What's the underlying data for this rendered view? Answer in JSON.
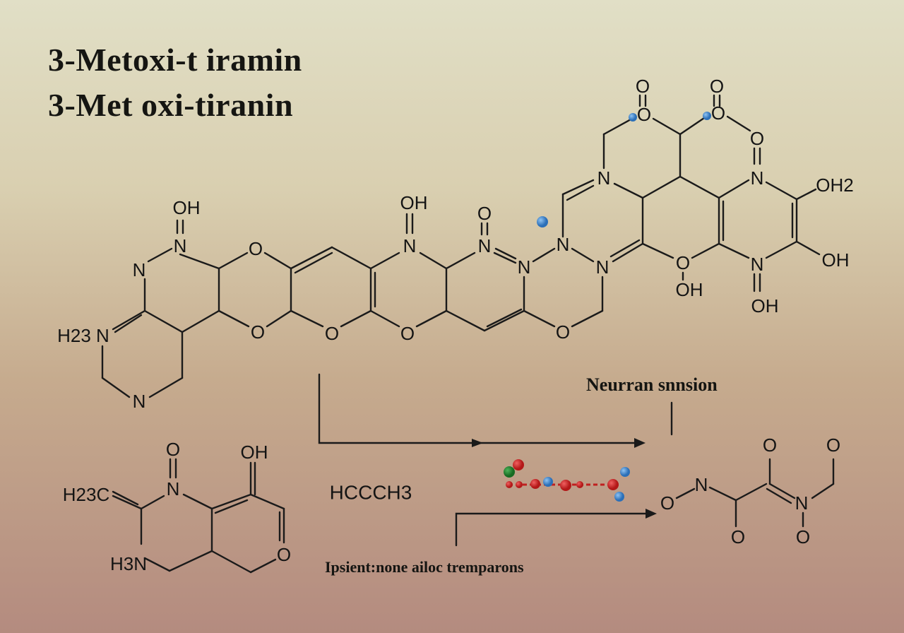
{
  "titles": [
    "3-Metoxi-t iramin",
    "3-Met oxi-tiranin"
  ],
  "annotations": {
    "top_right": "Neurran snnsion",
    "bottom": "Ipsient:none  ailoc tremparons",
    "formula": "HCCCH3"
  },
  "main_structure_labels": [
    "OH",
    "N",
    "N",
    "H23 N",
    "N",
    "O",
    "O",
    "O",
    "O",
    "OH",
    "N",
    "O",
    "N",
    "N",
    "N",
    "N",
    "O",
    "N",
    "O",
    "O",
    "O",
    "O",
    "O",
    "N",
    "OH2",
    "O",
    "OH",
    "N",
    "OH",
    "OH"
  ],
  "bottom_left_labels": [
    "O",
    "OH",
    "H23C",
    "N",
    "H3N",
    "O"
  ],
  "bottom_right_labels": [
    "O",
    "O",
    "N",
    "O",
    "N",
    "O",
    "O"
  ],
  "colors": {
    "ink": "#141414",
    "atom_red": "#cc1f1f",
    "atom_blue": "#3a86d4",
    "atom_green": "#1f7a2a"
  }
}
